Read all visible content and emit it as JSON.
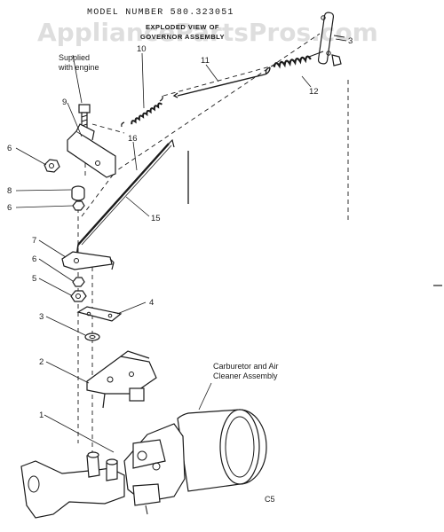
{
  "diagram": {
    "header": "MODEL NUMBER 580.323051",
    "subtitle_line1": "EXPLODED VIEW OF",
    "subtitle_line2": "GOVERNOR ASSEMBLY",
    "watermark": "AppliancePartsPros.com",
    "notes": {
      "supplied": [
        "Supplied",
        "with engine"
      ],
      "carburetor": [
        "Carburetor and Air",
        "Cleaner Assembly"
      ]
    },
    "page_code": "C5",
    "callouts": [
      {
        "id": "c1",
        "label": "1"
      },
      {
        "id": "c2",
        "label": "2"
      },
      {
        "id": "c3a",
        "label": "3"
      },
      {
        "id": "c4",
        "label": "4"
      },
      {
        "id": "c5",
        "label": "5"
      },
      {
        "id": "c6a",
        "label": "6"
      },
      {
        "id": "c7",
        "label": "7"
      },
      {
        "id": "c6b",
        "label": "6"
      },
      {
        "id": "c8",
        "label": "8"
      },
      {
        "id": "c6c",
        "label": "6"
      },
      {
        "id": "c9",
        "label": "9"
      },
      {
        "id": "c10",
        "label": "10"
      },
      {
        "id": "c11",
        "label": "11"
      },
      {
        "id": "c12",
        "label": "12"
      },
      {
        "id": "c3b",
        "label": "3"
      },
      {
        "id": "c15",
        "label": "15"
      },
      {
        "id": "c16",
        "label": "16"
      }
    ]
  }
}
